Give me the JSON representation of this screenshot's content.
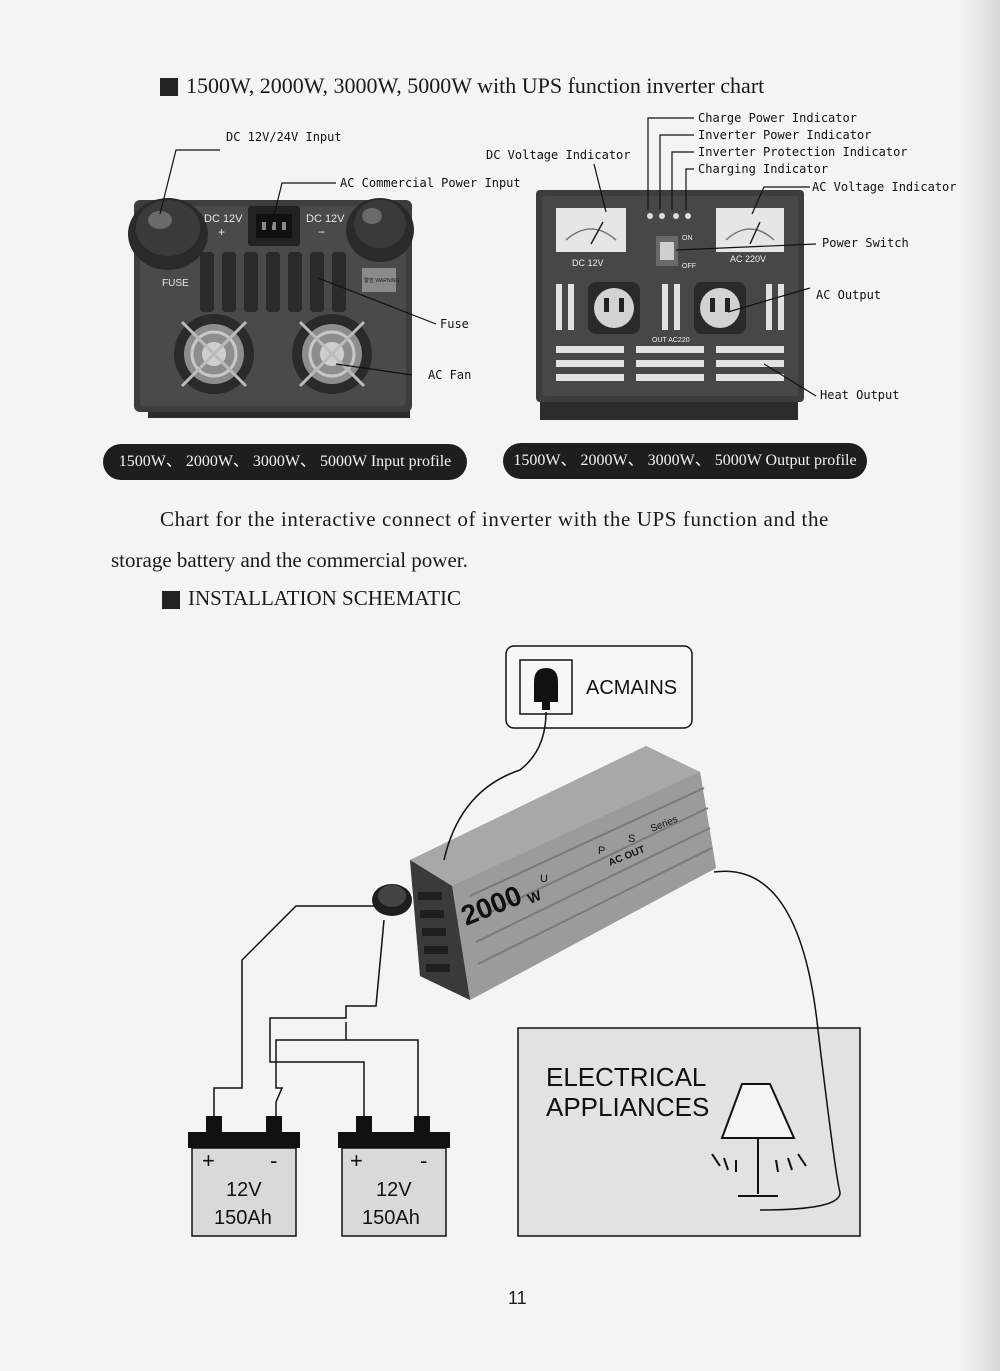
{
  "section1": {
    "heading": "1500W, 2000W, 3000W, 5000W with UPS function inverter chart"
  },
  "input_panel": {
    "labels": {
      "dc_input": "DC 12V/24V Input",
      "ac_commercial_input": "AC Commercial Power Input",
      "fuse": "Fuse",
      "ac_fan": "AC Fan"
    },
    "panel_text": {
      "dc_left": "DC 12V",
      "dc_right": "DC 12V",
      "plus": "+",
      "minus": "−",
      "fuse": "FUSE",
      "warning": "警告 WARNING"
    },
    "caption": "1500W、 2000W、 3000W、 5000W Input profile"
  },
  "output_panel": {
    "labels": {
      "charge_power": "Charge Power Indicator",
      "inverter_power": "Inverter Power Indicator",
      "inverter_protection": "Inverter Protection Indicator",
      "charging": "Charging Indicator",
      "dc_voltage": "DC Voltage Indicator",
      "ac_voltage": "AC Voltage Indicator",
      "power_switch": "Power Switch",
      "ac_output": "AC Output",
      "heat_output": "Heat Output"
    },
    "panel_text": {
      "dc": "DC 12V",
      "ac": "AC 220V",
      "on": "ON",
      "off": "OFF",
      "out": "OUT AC220"
    },
    "caption": "1500W、 2000W、 3000W、 5000W Output profile"
  },
  "body_text": {
    "line1": "Chart for the interactive connect of inverter with the UPS function and the",
    "line2": "storage battery and the commercial power."
  },
  "section2": {
    "heading": "INSTALLATION SCHEMATIC"
  },
  "schematic": {
    "ac_mains": "ACMAINS",
    "appliances_line1": "ELECTRICAL",
    "appliances_line2": "APPLIANCES",
    "inverter_model": "2000",
    "inverter_unit": "W",
    "inverter_letters": [
      "U",
      "P",
      "S"
    ],
    "inverter_series": "Series",
    "inverter_ac_out": "AC OUT",
    "batteries": [
      {
        "voltage": "12V",
        "capacity": "150Ah",
        "plus": "+",
        "minus": "-"
      },
      {
        "voltage": "12V",
        "capacity": "150Ah",
        "plus": "+",
        "minus": "-"
      }
    ]
  },
  "page_number": "11",
  "colors": {
    "ink": "#1a1a1a",
    "paper": "#f4f4f2",
    "panel": "#3a3a3a",
    "appliance_box": "#e2e2e2"
  },
  "icons": [
    "plug-icon",
    "lamp-icon",
    "fan-icon",
    "fuse-icon",
    "voltmeter-icon"
  ]
}
